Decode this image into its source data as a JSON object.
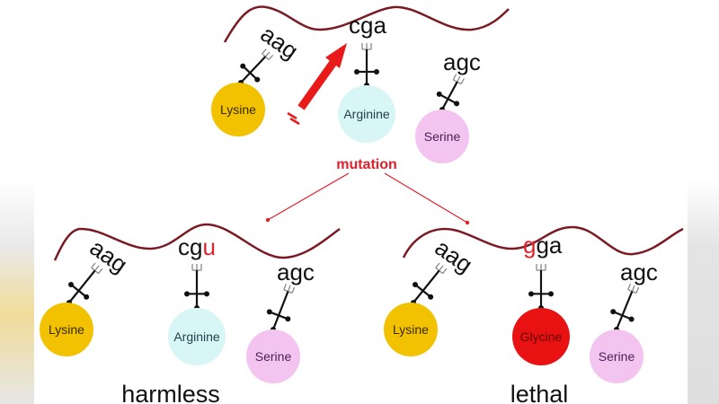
{
  "mutation_label": "mutation",
  "colors": {
    "strand": "#7a1a22",
    "lysine": "#f2c200",
    "arginine": "#d8f6f6",
    "serine": "#f4c4f0",
    "glycine": "#e81212",
    "mutation": "#e0202a",
    "highlight": "#e0202a"
  },
  "top": {
    "codons": [
      "aag",
      "cga",
      "agc"
    ],
    "amino_acids": [
      "Lysine",
      "Arginine",
      "Serine"
    ]
  },
  "harmless": {
    "outcome": "harmless",
    "codons": [
      "aag",
      {
        "base": "cg",
        "mutated": "u"
      },
      "agc"
    ],
    "amino_acids": [
      "Lysine",
      "Arginine",
      "Serine"
    ]
  },
  "lethal": {
    "outcome": "lethal",
    "codons": [
      "aag",
      {
        "mutated": "g",
        "base": "ga"
      },
      "agc"
    ],
    "amino_acids": [
      "Lysine",
      "Glycine",
      "Serine"
    ]
  }
}
